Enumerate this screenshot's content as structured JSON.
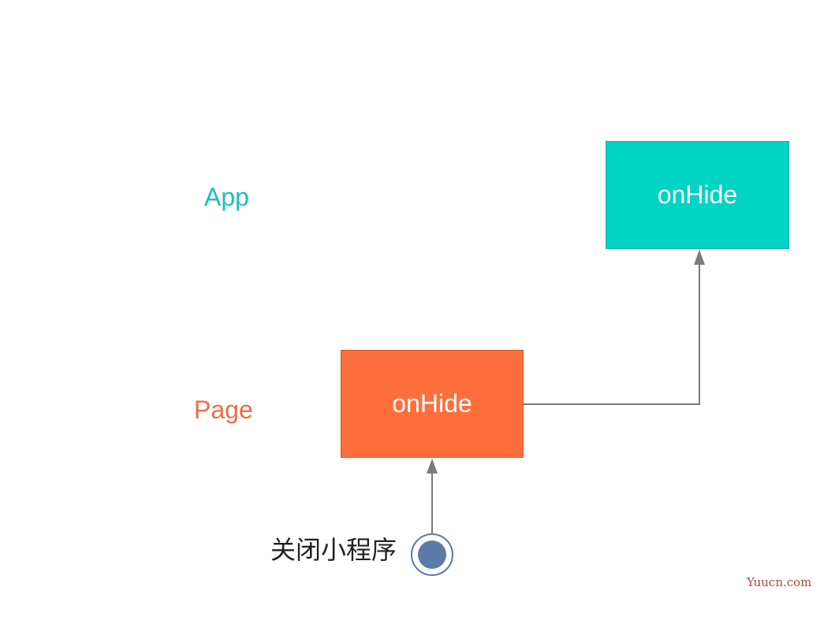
{
  "lanes": {
    "app": {
      "label": "App",
      "color": "#17c3b5"
    },
    "page": {
      "label": "Page",
      "color": "#f26a44"
    }
  },
  "boxes": {
    "app_hook": {
      "label": "onHide",
      "fill": "#00d4c5"
    },
    "page_hook": {
      "label": "onHide",
      "fill": "#ff6f3d"
    }
  },
  "start": {
    "label": "关闭小程序",
    "node_color": "#5b7ba6"
  },
  "connector_color": "#7b7b7b",
  "watermark": "Yuucn.com"
}
